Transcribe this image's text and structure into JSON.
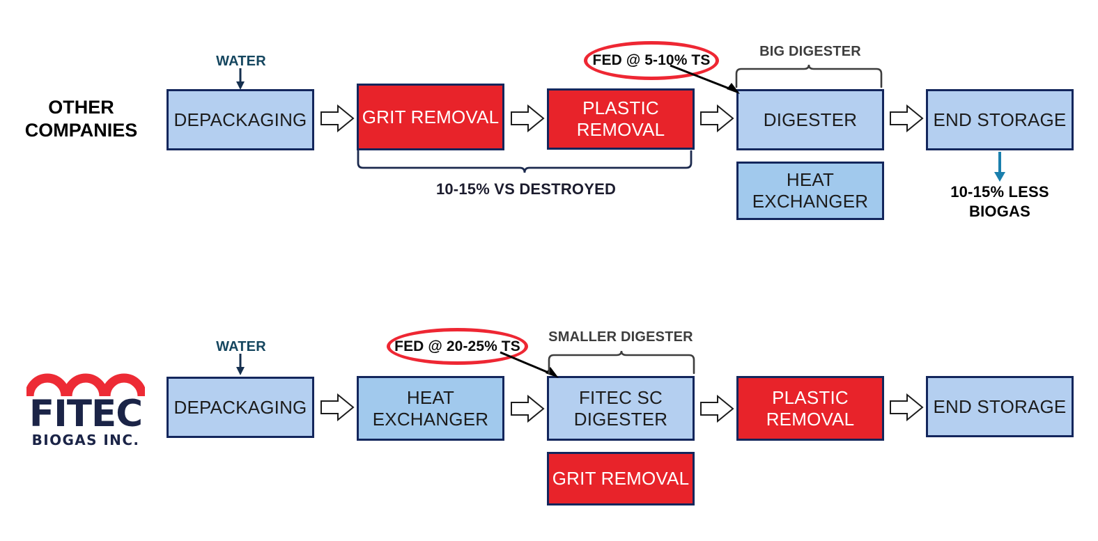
{
  "diagram": {
    "title_hidden": "",
    "colors": {
      "blue_light": "#b4cff0",
      "blue_mid": "#a1c9ed",
      "red": "#e8232a",
      "navy_border": "#13265c",
      "callout_red": "#ee2733",
      "water_teal": "#15465f",
      "biogas_arrow": "#1a7fad",
      "bracket_gray": "#3d3d3d",
      "bracket_navy": "#1c2a4e"
    }
  },
  "rows": [
    {
      "id": "other-companies",
      "label": "OTHER\nCOMPANIES",
      "water_label": "WATER",
      "callout": "FED @ 5-10% TS",
      "bracket_top_label": "BIG DIGESTER",
      "bracket_bottom_label": "10-15% VS DESTROYED",
      "outcome_label": "10-15% LESS\nBIOGAS",
      "boxes": [
        {
          "name": "depackaging",
          "label": "DEPACKAGING",
          "color": "blue-light"
        },
        {
          "name": "grit-removal",
          "label": "GRIT REMOVAL",
          "color": "red"
        },
        {
          "name": "plastic-removal",
          "label": "PLASTIC\nREMOVAL",
          "color": "red"
        },
        {
          "name": "digester",
          "label": "DIGESTER",
          "color": "blue-light"
        },
        {
          "name": "heat-exchanger",
          "label": "HEAT\nEXCHANGER",
          "color": "blue-mid"
        },
        {
          "name": "end-storage",
          "label": "END STORAGE",
          "color": "blue-light"
        }
      ]
    },
    {
      "id": "fitec",
      "label": "",
      "water_label": "WATER",
      "callout": "FED @ 20-25% TS",
      "bracket_top_label": "SMALLER DIGESTER",
      "boxes": [
        {
          "name": "depackaging",
          "label": "DEPACKAGING",
          "color": "blue-light"
        },
        {
          "name": "heat-exchanger",
          "label": "HEAT\nEXCHANGER",
          "color": "blue-mid"
        },
        {
          "name": "fitec-sc-digester",
          "label": "FITEC SC\nDIGESTER",
          "color": "blue-light"
        },
        {
          "name": "grit-removal",
          "label": "GRIT REMOVAL",
          "color": "red"
        },
        {
          "name": "plastic-removal",
          "label": "PLASTIC\nREMOVAL",
          "color": "red"
        },
        {
          "name": "end-storage",
          "label": "END STORAGE",
          "color": "blue-light"
        }
      ]
    }
  ],
  "logo": {
    "wordmark": "FITEC",
    "subline": "BIOGAS INC.",
    "arc_color": "#ed2b35",
    "text_color": "#1b2447"
  }
}
